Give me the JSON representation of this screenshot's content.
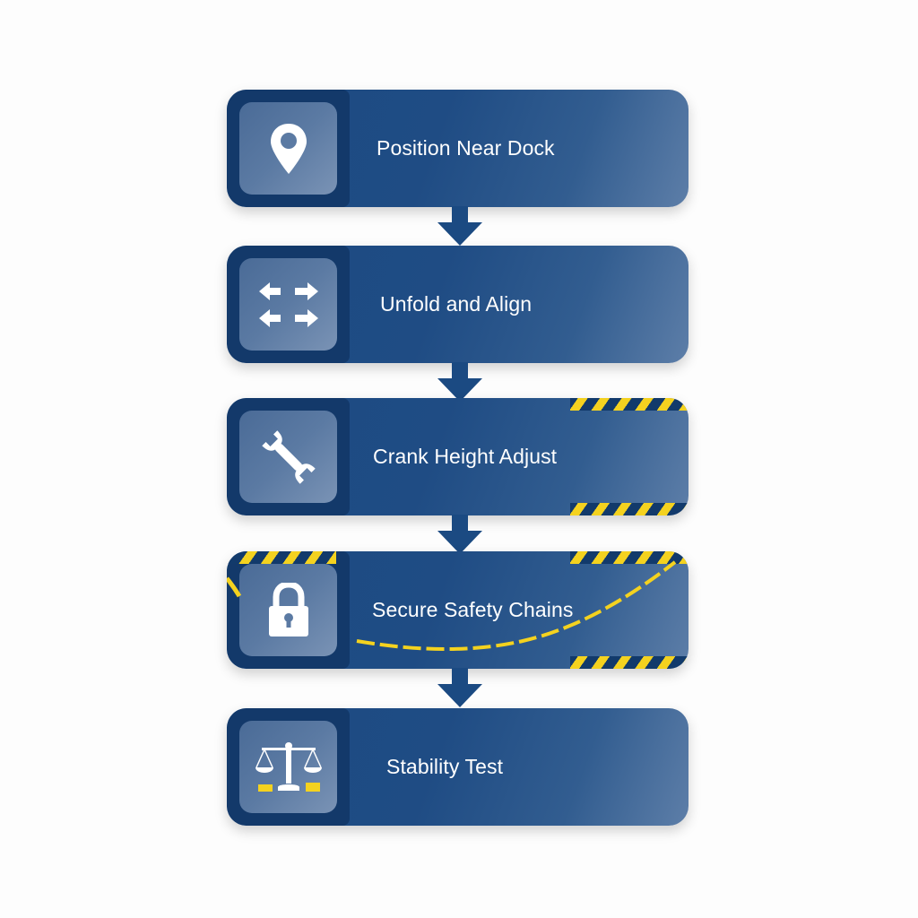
{
  "diagram": {
    "type": "vertical-flowchart",
    "steps": [
      {
        "label": "Position Near Dock",
        "icon": "map-pin-icon"
      },
      {
        "label": "Unfold and Align",
        "icon": "expand-arrows-icon"
      },
      {
        "label": "Crank Height Adjust",
        "icon": "wrench-icon"
      },
      {
        "label": "Secure Safety Chains",
        "icon": "padlock-icon"
      },
      {
        "label": "Stability Test",
        "icon": "balance-scale-icon"
      }
    ],
    "connectors": [
      "arrow-down",
      "arrow-down",
      "arrow-down",
      "arrow-down"
    ]
  },
  "colors": {
    "card_blue": "#1f4c84",
    "icon_column": "#13396a",
    "hazard_yellow": "#f4d21f",
    "text": "#ffffff",
    "background": "#fdfdfd"
  }
}
